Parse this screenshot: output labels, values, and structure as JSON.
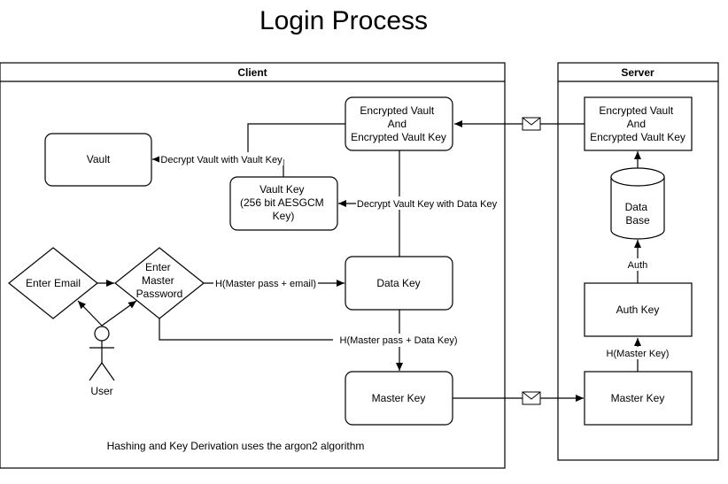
{
  "title": "Login Process",
  "client": {
    "label": "Client",
    "footnote": "Hashing and Key Derivation uses the argon2 algorithm",
    "nodes": {
      "enc_vault": [
        "Encrypted Vault",
        "And",
        "Encrypted Vault Key"
      ],
      "vault": [
        "Vault"
      ],
      "vault_key": [
        "Vault Key",
        "(256 bit AESGCM",
        "Key)"
      ],
      "data_key": [
        "Data Key"
      ],
      "master_key": [
        "Master Key"
      ],
      "enter_email": [
        "Enter Email"
      ],
      "enter_master": [
        "Enter",
        "Master",
        "Password"
      ],
      "user": "User"
    },
    "edge_labels": {
      "decrypt_vault": "Decrypt Vault with Vault Key",
      "decrypt_vault_key": "Decrypt Vault Key with Data Key",
      "h_master_email": "H(Master pass + email)",
      "h_master_data": "H(Master pass + Data Key)"
    }
  },
  "server": {
    "label": "Server",
    "nodes": {
      "enc_vault": [
        "Encrypted Vault",
        "And",
        "Encrypted Vault Key"
      ],
      "database": [
        "Data",
        "Base"
      ],
      "auth_key": [
        "Auth Key"
      ],
      "master_key": [
        "Master Key"
      ]
    },
    "edge_labels": {
      "auth": "Auth",
      "h_master_key": "H(Master Key)"
    }
  },
  "icons": [
    "envelope-icon",
    "user-stick-figure-icon"
  ]
}
